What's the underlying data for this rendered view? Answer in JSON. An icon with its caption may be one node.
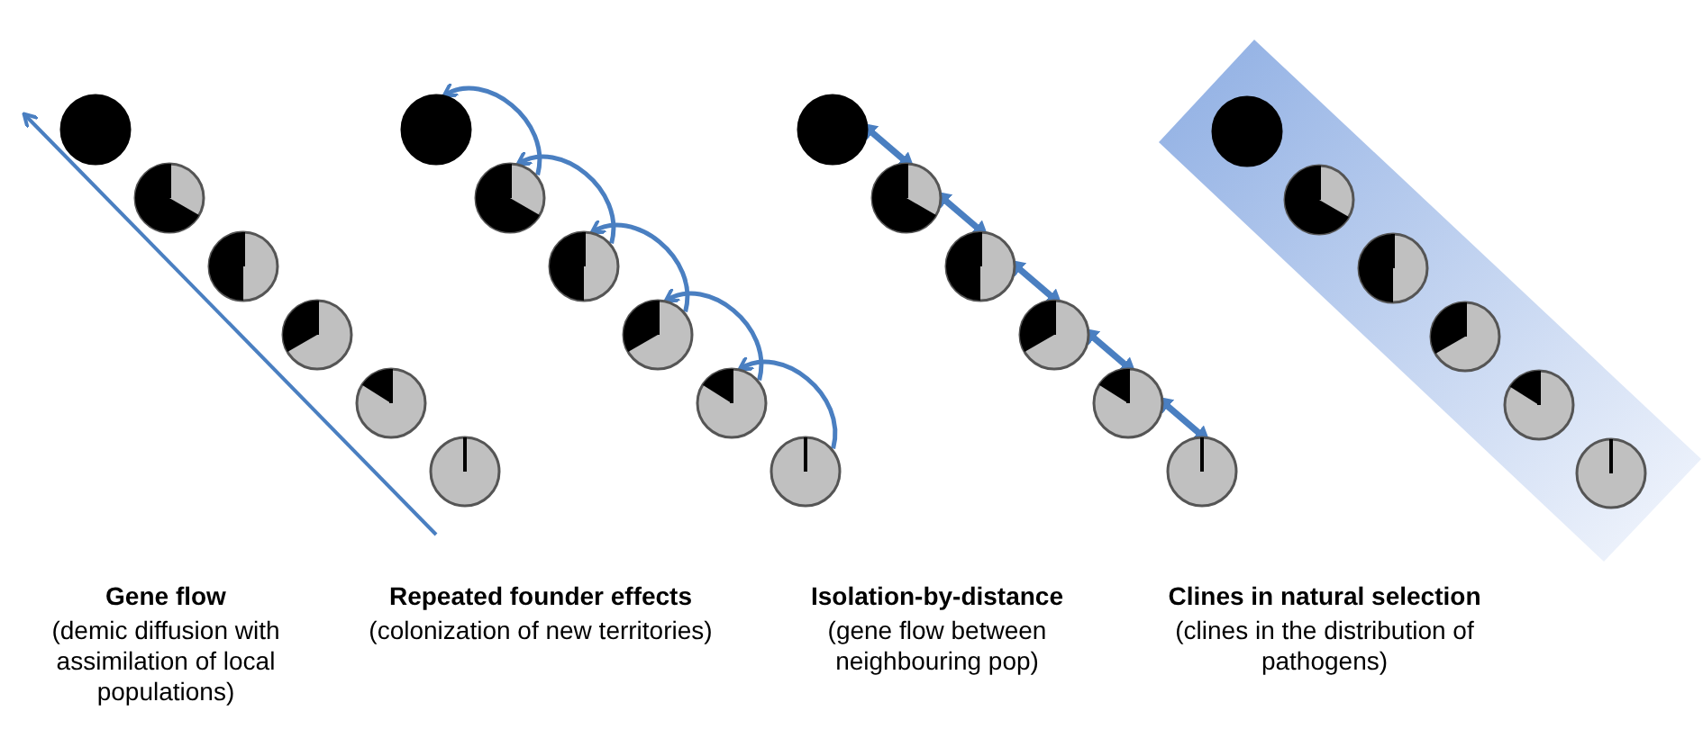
{
  "diagram": {
    "nodes": [
      {
        "text": [],
        "shape": "circle"
      },
      {
        "text": [],
        "shape": "circle"
      },
      {
        "text": [],
        "shape": "circle"
      },
      {
        "text": [],
        "shape": "circle"
      },
      {
        "text": [],
        "shape": "circle"
      },
      {
        "text": [],
        "shape": "circle"
      },
      {
        "text": [],
        "shape": "circle"
      },
      {
        "text": [],
        "shape": "circle"
      },
      {
        "text": [],
        "shape": "circle"
      },
      {
        "text": [],
        "shape": "circle"
      },
      {
        "text": [],
        "shape": "circle"
      },
      {
        "text": [],
        "shape": "circle"
      },
      {
        "text": [],
        "shape": "circle"
      },
      {
        "text": [],
        "shape": "circle"
      },
      {
        "text": [],
        "shape": "circle"
      },
      {
        "text": [],
        "shape": "circle"
      },
      {
        "text": [],
        "shape": "circle"
      },
      {
        "text": [],
        "shape": "circle"
      },
      {
        "text": [],
        "shape": "box"
      },
      {
        "text": [],
        "shape": "circle",
        "in": 18
      },
      {
        "text": [],
        "shape": "circle",
        "in": 18
      },
      {
        "text": [],
        "shape": "circle",
        "in": 18
      },
      {
        "text": [],
        "shape": "circle",
        "in": 18
      },
      {
        "text": [],
        "shape": "circle",
        "in": 18
      },
      {
        "text": [],
        "shape": "circle",
        "in": 18
      }
    ],
    "edges": [
      {
        "from": 7,
        "to": 6,
        "arrow": "to"
      },
      {
        "from": 8,
        "to": 7,
        "arrow": "to"
      },
      {
        "from": 9,
        "to": 8,
        "arrow": "to"
      },
      {
        "from": 10,
        "to": 9,
        "arrow": "to"
      },
      {
        "from": 11,
        "to": 10,
        "arrow": "to"
      },
      {
        "from": 12,
        "to": 13,
        "arrow": "both"
      },
      {
        "from": 13,
        "to": 14,
        "arrow": "both"
      },
      {
        "from": 14,
        "to": 15,
        "arrow": "both"
      },
      {
        "from": 15,
        "to": 16,
        "arrow": "both"
      },
      {
        "from": 16,
        "to": 17,
        "arrow": "both"
      }
    ],
    "labels": [
      "Gene flow",
      "(demic diffusion with assimilation of local populations)",
      "Repeated founder effects",
      "(colonization of new territories)",
      "Isolation-by-distance",
      "(gene flow between neighbouring pop)",
      "Clines in natural selection",
      "(clines in the distribution of pathogens)"
    ]
  }
}
